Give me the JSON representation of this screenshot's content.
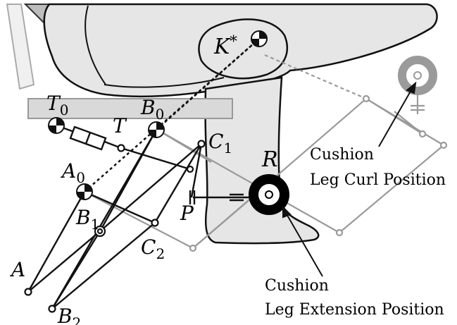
{
  "labels": {
    "K": "K*",
    "T0": "T0",
    "T": "T",
    "B0": "B0",
    "C1": "C1",
    "A0": "A0",
    "B1": "B1",
    "R": "R",
    "P": "P",
    "C2": "C2",
    "A": "A",
    "B2": "B2"
  },
  "annotations": {
    "curl_line1": "Cushion",
    "curl_line2": "Leg Curl Position",
    "ext_line1": "Cushion",
    "ext_line2": "Leg Extension Position"
  },
  "colors": {
    "body_fill": "#e6e6e6",
    "body_stroke": "#111111",
    "ghost_linkage": "#9a9a9a",
    "seat": "#d9d9d9"
  }
}
